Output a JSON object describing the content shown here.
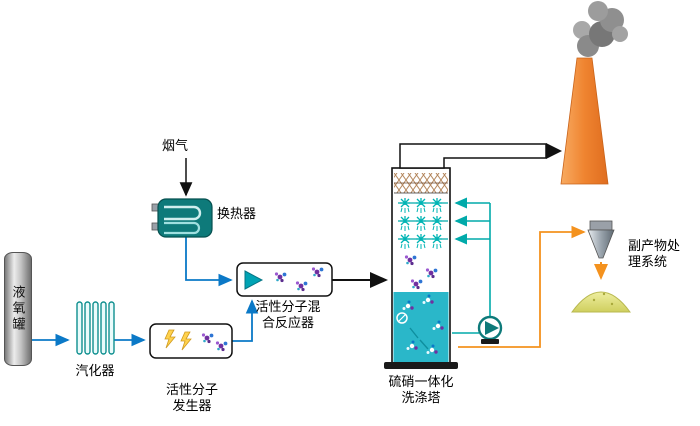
{
  "labels": {
    "flue_gas": "烟气",
    "heat_exchanger": "换热器",
    "oxygen_tank": "液氧罐",
    "vaporizer": "汽化器",
    "generator_line1": "活性分子",
    "generator_line2": "发生器",
    "reactor_line1": "活性分子混",
    "reactor_line2": "合反应器",
    "tower_line1": "硫硝一体化",
    "tower_line2": "洗涤塔",
    "byproduct_line1": "副产物处",
    "byproduct_line2": "理系统"
  },
  "colors": {
    "flow_blue": "#0b79c7",
    "circulation_teal": "#00aaaa",
    "byproduct_orange": "#f4921e",
    "chimney_orange": "#ef8430",
    "tower_liquid_cyan": "#2ab7c9",
    "molecule_purple": "#7030a0",
    "pile_yellow": "#e0e07a"
  }
}
